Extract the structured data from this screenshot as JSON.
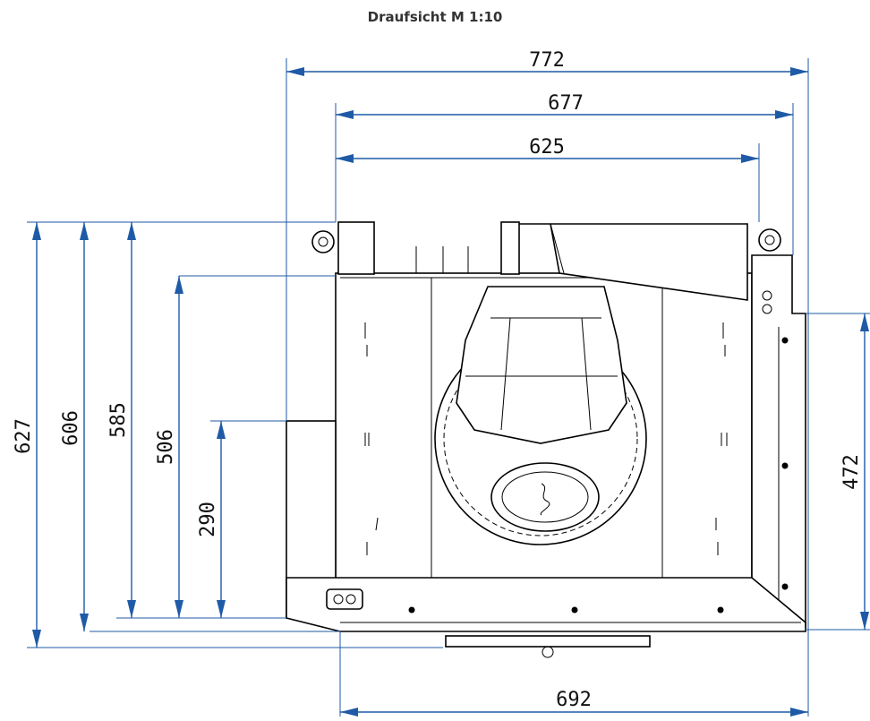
{
  "title": "Draufsicht M 1:10",
  "dimensions": {
    "top": [
      "772",
      "677",
      "625"
    ],
    "left": [
      "627",
      "606",
      "585",
      "506",
      "290"
    ],
    "right": "472",
    "bottom": "692"
  },
  "colors": {
    "dimension": "#1f5aa6",
    "outline": "#000000"
  }
}
